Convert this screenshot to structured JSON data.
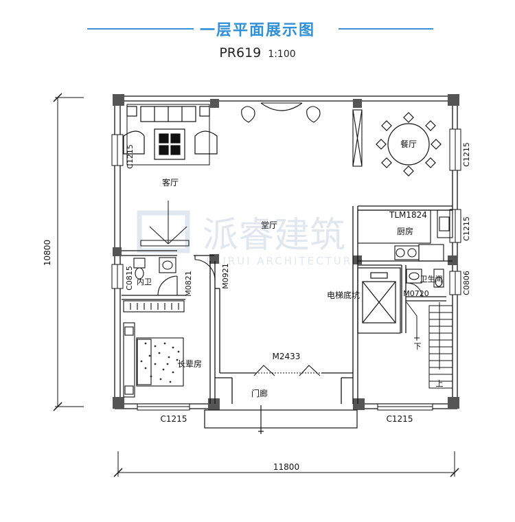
{
  "header": {
    "title": "一层平面展示图",
    "plan_code": "PR619",
    "scale": "1:100"
  },
  "dimensions": {
    "height": "10800",
    "width": "11800"
  },
  "rooms": {
    "living_room": "客厅",
    "dining_room": "餐厅",
    "hall": "堂厅",
    "kitchen": "厨房",
    "inner_bath": "内卫",
    "elder_room": "长辈房",
    "bathroom": "卫生间",
    "elevator_pit": "电梯底坑",
    "porch": "门廊"
  },
  "labels": {
    "c1215_living": "C1215",
    "c1215_dining": "C1215",
    "c1215_kitchen": "C1215",
    "c0815": "C0815",
    "m0821": "M0821",
    "m0921": "M0921",
    "tlm1824": "TLM1824",
    "m0720": "M0720",
    "c0806": "C0806",
    "m2433": "M2433",
    "c1215_bottom_left": "C1215",
    "c1215_bottom_right": "C1215",
    "stair_down": "下",
    "stair_up": "上"
  },
  "watermark": {
    "brand": "派睿建筑",
    "brand_en": "PAIRUI ARCHITECTURE"
  },
  "colors": {
    "accent": "#2f8fd8",
    "wall": "#111111",
    "column": "#555555"
  }
}
